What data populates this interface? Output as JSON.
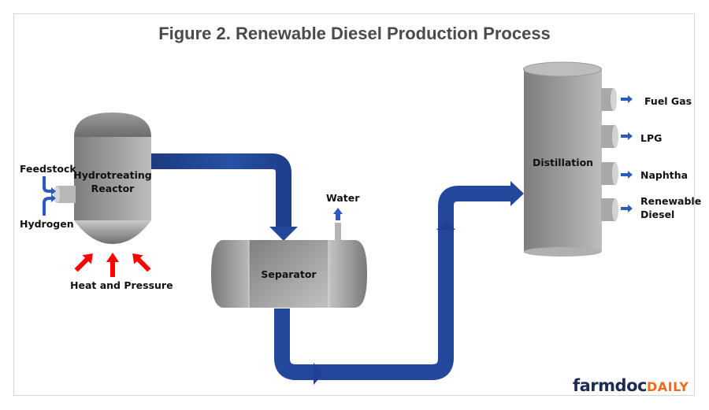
{
  "figure": {
    "title": "Figure 2. Renewable Diesel Production Process",
    "colors": {
      "pipe": "#23479b",
      "pipe_dark": "#1a3370",
      "vessel": "#a6a6a6",
      "heat_arrow": "#ff0000",
      "title": "#4a4a4a",
      "logo_primary": "#1d2a52",
      "logo_accent": "#f26b1d"
    }
  },
  "inputs": {
    "feedstock": "Feedstock",
    "hydrogen": "Hydrogen",
    "heat": "Heat and Pressure"
  },
  "units": {
    "reactor_line1": "Hydrotreating",
    "reactor_line2": "Reactor",
    "separator": "Separator",
    "water": "Water",
    "distillation": "Distillation"
  },
  "outputs": [
    {
      "line1": "Fuel Gas",
      "line2": ""
    },
    {
      "line1": "LPG",
      "line2": ""
    },
    {
      "line1": "Naphtha",
      "line2": ""
    },
    {
      "line1": "Renewable",
      "line2": "Diesel"
    }
  ],
  "logo": {
    "primary": "farmdoc",
    "accent": "DAILY"
  }
}
